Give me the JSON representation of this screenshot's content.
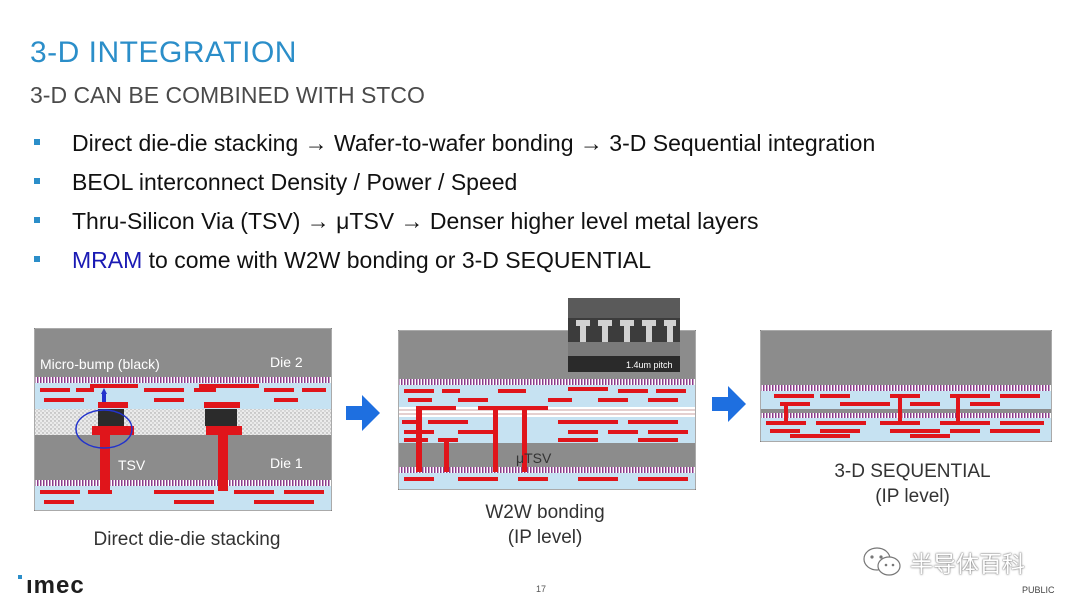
{
  "slide": {
    "title": "3-D INTEGRATION",
    "subtitle": "3-D CAN BE COMBINED WITH STCO",
    "bullets": [
      "Direct die-die stacking → Wafer-to-wafer bonding → 3-D Sequential integration",
      "BEOL interconnect Density / Power / Speed",
      "Thru-Silicon Via (TSV) → μTSV → Denser higher level metal layers",
      "to come with W2W bonding or 3-D SEQUENTIAL"
    ],
    "bullet4_highlight": "MRAM",
    "highlight_color": "#1a1ab4",
    "accent_color": "#2b8ec9"
  },
  "diagrams": {
    "panel1": {
      "label_microbump": "Micro-bump (black)",
      "label_die2": "Die 2",
      "label_die1": "Die 1",
      "label_tsv": "TSV",
      "caption": "Direct die-die stacking"
    },
    "panel2": {
      "label_utsv": "μTSV",
      "sem_label": "1.4um pitch",
      "caption_line1": "W2W bonding",
      "caption_line2": "(IP level)"
    },
    "panel3": {
      "caption_line1": "3-D SEQUENTIAL",
      "caption_line2": "(IP level)"
    },
    "arrow_color": "#1e6fe0",
    "metal_color": "#e0151b",
    "silicon_color": "#8c8c8c",
    "dielectric_color": "#c6e2f2"
  },
  "footer": {
    "logo": "ımec",
    "page_number": "17",
    "classification": "PUBLIC",
    "watermark": "半导体百科",
    "watermark_icon": "wechat-icon"
  }
}
